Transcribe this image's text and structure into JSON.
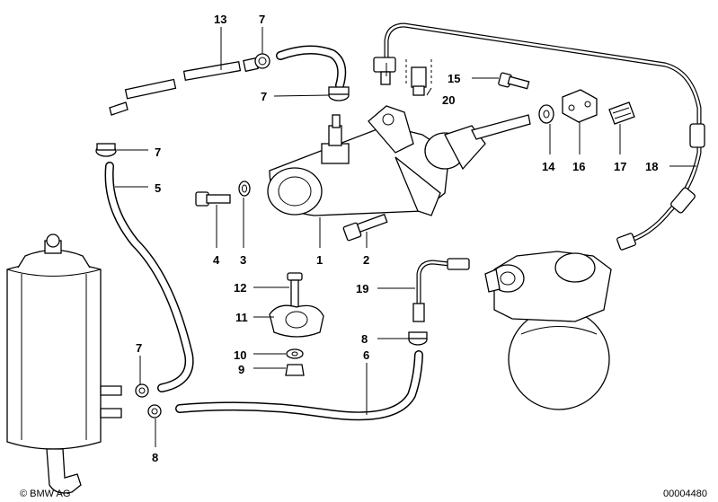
{
  "diagram": {
    "callouts": [
      {
        "id": "c1",
        "label": "1"
      },
      {
        "id": "c2",
        "label": "2"
      },
      {
        "id": "c3",
        "label": "3"
      },
      {
        "id": "c4",
        "label": "4"
      },
      {
        "id": "c5",
        "label": "5"
      },
      {
        "id": "c6",
        "label": "6"
      },
      {
        "id": "c7a",
        "label": "7"
      },
      {
        "id": "c7b",
        "label": "7"
      },
      {
        "id": "c7c",
        "label": "7"
      },
      {
        "id": "c7d",
        "label": "7"
      },
      {
        "id": "c8a",
        "label": "8"
      },
      {
        "id": "c8b",
        "label": "8"
      },
      {
        "id": "c9",
        "label": "9"
      },
      {
        "id": "c10",
        "label": "10"
      },
      {
        "id": "c11",
        "label": "11"
      },
      {
        "id": "c12",
        "label": "12"
      },
      {
        "id": "c13",
        "label": "13"
      },
      {
        "id": "c14",
        "label": "14"
      },
      {
        "id": "c15",
        "label": "15"
      },
      {
        "id": "c16",
        "label": "16"
      },
      {
        "id": "c17",
        "label": "17"
      },
      {
        "id": "c18",
        "label": "18"
      },
      {
        "id": "c19",
        "label": "19"
      },
      {
        "id": "c20",
        "label": "20"
      }
    ],
    "copyright": "© BMW AG",
    "image_number": "00004480"
  }
}
